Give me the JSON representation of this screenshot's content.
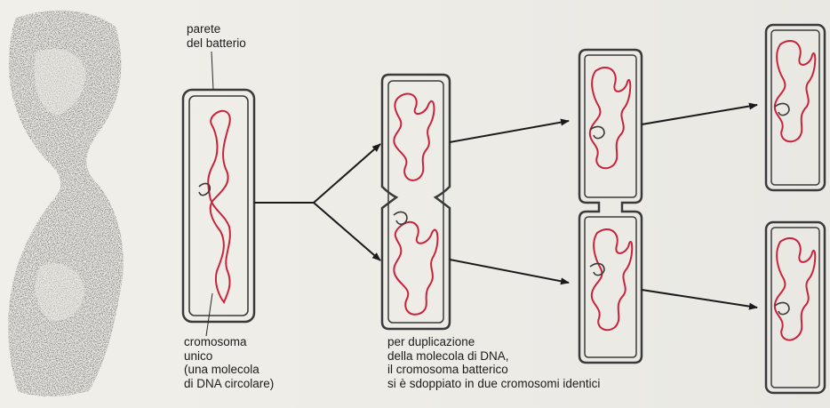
{
  "labels": {
    "wall": [
      "parete",
      "del batterio"
    ],
    "chromosome": [
      "cromosoma",
      "unico",
      "(una molecola",
      "di DNA circolare)"
    ],
    "duplication": [
      "per duplicazione",
      "della molecola di DNA,",
      "il cromosoma batterico",
      "si è sdoppiato in due cromosomi identici"
    ]
  },
  "colors": {
    "dna": "#c8233a",
    "wall": "#3a3a3a",
    "arrow": "#1a1a1a",
    "micrograph": "#2a2a2a"
  }
}
